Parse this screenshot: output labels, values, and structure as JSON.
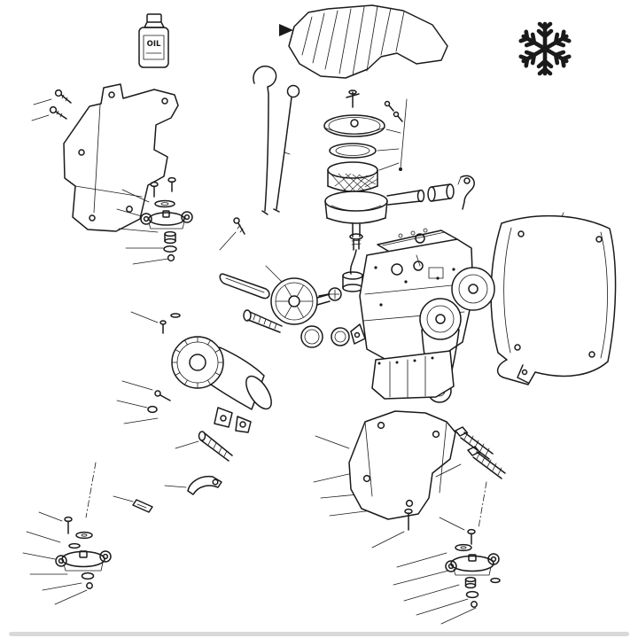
{
  "labels": {
    "oil": "OIL"
  },
  "colors": {
    "line": "#1a1a1a",
    "background": "#ffffff"
  },
  "icons": [
    {
      "name": "snowflake-icon",
      "meaning": "air-conditioning system"
    }
  ],
  "parts": [
    "oil-bottle",
    "ribbed-engine-cover",
    "upper-mounting-bracket",
    "engine-mount-upper-stack",
    "breather-hook-tube",
    "oil-dipstick",
    "air-filter-cover",
    "air-filter-gasket",
    "air-filter-element",
    "air-filter-housing",
    "intake-spacer",
    "hose-clamp",
    "engine-shield-panel",
    "engine-block",
    "valve-cover",
    "crankshaft-pulley",
    "drive-belt",
    "idler-pulley",
    "spoked-fan-pulley",
    "flat-belt",
    "tensioner-screw",
    "compressor-with-clutch",
    "mounting-stud",
    "support-hook-bracket",
    "retainer-clip",
    "lower-mounting-bracket",
    "spring-bolts",
    "engine-mount-left-stack",
    "engine-mount-right-stack",
    "assorted-bolts-washers-nuts"
  ]
}
